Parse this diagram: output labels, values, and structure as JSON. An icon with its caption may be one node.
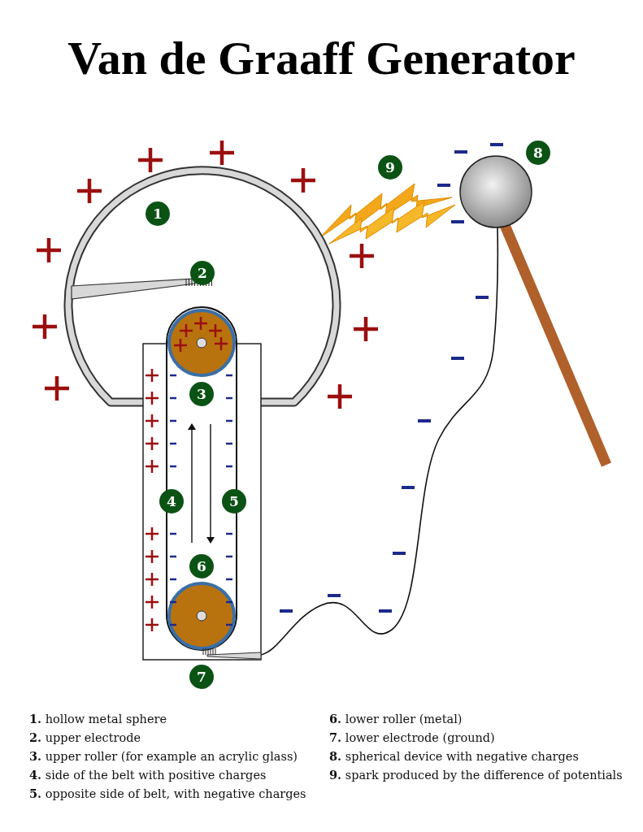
{
  "diagram": {
    "title": "Van de Graaff Generator",
    "labels": [
      "8",
      "9",
      "1",
      "2",
      "3",
      "4",
      "5",
      "6",
      "7",
      "**1.** hollow metal sphere",
      "**2.** upper electrode",
      "**3.** upper roller (for example an acrylic glass)",
      "**4.** side of the belt with positive charges",
      "**5.** opposite side of belt, with negative charges",
      "**6.** lower roller (metal)",
      "**7.** lower electrode (ground)",
      "**8.** spherical device with negative charges",
      "**9.** spark produced by the difference of potentials"
    ]
  }
}
